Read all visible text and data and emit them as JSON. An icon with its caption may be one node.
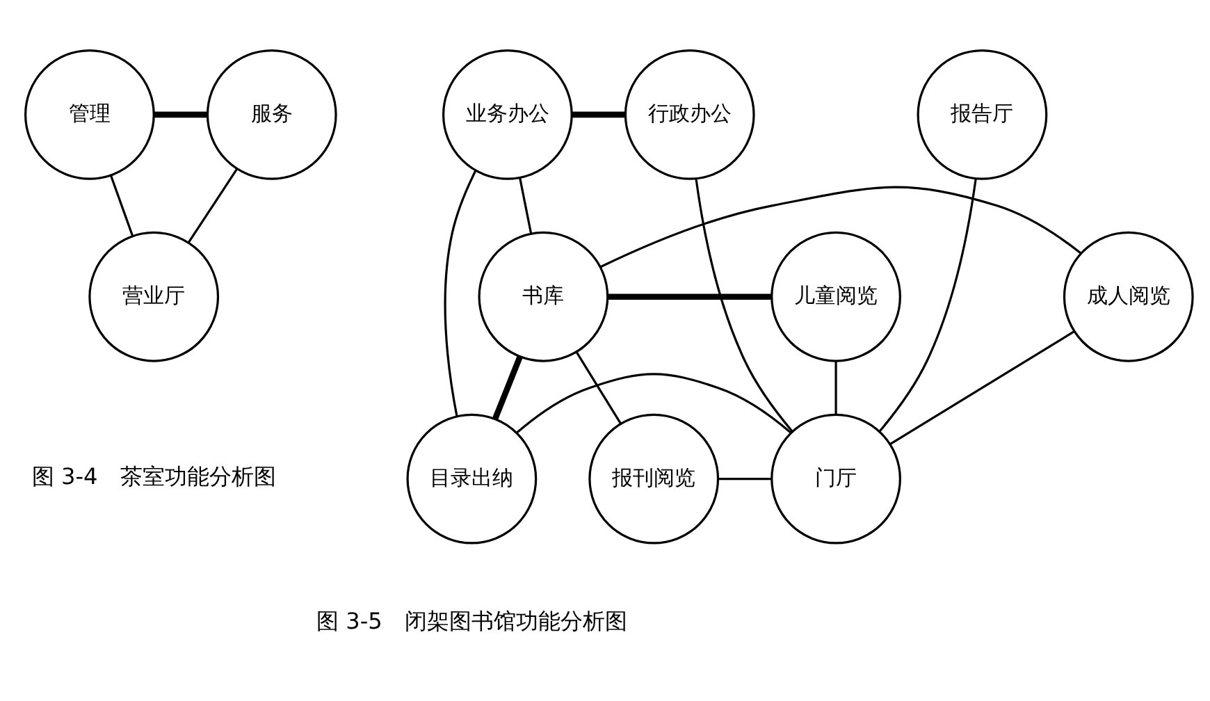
{
  "diagram": {
    "nodes": [
      {
        "text": [
          "管理"
        ]
      },
      {
        "text": [
          "服务"
        ]
      },
      {
        "text": [
          "营业厅"
        ]
      },
      {
        "text": [
          "业务办公"
        ]
      },
      {
        "text": [
          "行政办公"
        ]
      },
      {
        "text": [
          "报告厅"
        ]
      },
      {
        "text": [
          "儿童阅览"
        ]
      },
      {
        "text": [
          "书库"
        ]
      },
      {
        "text": [
          "成人阅览"
        ]
      },
      {
        "text": [
          "报刊阅览"
        ]
      },
      {
        "text": [
          "目录出纳"
        ]
      },
      {
        "text": [
          "门厅"
        ]
      }
    ],
    "edges": [
      {
        "from": 0,
        "to": 1,
        "arrow": "none",
        "style": "thick"
      },
      {
        "from": 0,
        "to": 2,
        "arrow": "none"
      },
      {
        "from": 1,
        "to": 2,
        "arrow": "none"
      },
      {
        "from": 3,
        "to": 4,
        "arrow": "none",
        "style": "thick"
      },
      {
        "from": 3,
        "to": 7,
        "arrow": "none"
      },
      {
        "from": 3,
        "to": 10,
        "arrow": "none"
      },
      {
        "from": 4,
        "to": 11,
        "arrow": "none"
      },
      {
        "from": 5,
        "to": 11,
        "arrow": "none"
      },
      {
        "from": 6,
        "to": 7,
        "arrow": "none",
        "style": "thick"
      },
      {
        "from": 6,
        "to": 11,
        "arrow": "none"
      },
      {
        "from": 7,
        "to": 8,
        "arrow": "none"
      },
      {
        "from": 7,
        "to": 9,
        "arrow": "none"
      },
      {
        "from": 7,
        "to": 10,
        "arrow": "none",
        "style": "thick"
      },
      {
        "from": 8,
        "to": 11,
        "arrow": "none"
      },
      {
        "from": 9,
        "to": 11,
        "arrow": "none"
      },
      {
        "from": 10,
        "to": 11,
        "arrow": "none"
      }
    ],
    "labels": [
      "图 3-4　茶室功能分析图",
      "图 3-5　闭架图书馆功能分析图"
    ]
  }
}
